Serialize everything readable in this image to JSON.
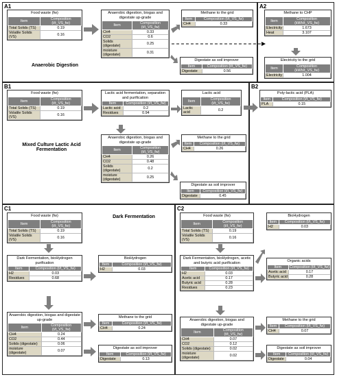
{
  "header": {
    "item": "Item",
    "comp": "Composition (t/t_VS_fw)",
    "energy": "Composition (kWh/t_VS_fw)"
  },
  "panels": {
    "A1": {
      "label": "A1",
      "title": "Anaerobic Digestion"
    },
    "A2": {
      "label": "A2"
    },
    "B1": {
      "label": "B1",
      "title": "Mixed Culture Lactic Acid Fermentation"
    },
    "B2": {
      "label": "B2"
    },
    "C1": {
      "label": "C1",
      "title": "Dark Fermentation"
    },
    "C2": {
      "label": "C2"
    }
  },
  "boxes": {
    "a1_fw": {
      "title": "Food waste (fw)",
      "rows": [
        [
          "Total Solids (TS)",
          "0.19"
        ],
        [
          "Volatile Solids (VS)",
          "0.16"
        ]
      ]
    },
    "a1_ad": {
      "title": "Anaerobic digestion, biogas and digestate up-grade",
      "rows": [
        [
          "CH4",
          "0.33"
        ],
        [
          "CO2",
          "0.6"
        ],
        [
          "Solids (digestate)",
          "0.25"
        ],
        [
          "moisture (digestate)",
          "0.31"
        ]
      ]
    },
    "a1_meth": {
      "title": "Methane to the grid",
      "rows": [
        [
          "CH4",
          "0.33"
        ]
      ]
    },
    "a1_dig": {
      "title": "Digestate as soil improver",
      "rows": [
        [
          "Digestate",
          "0.56"
        ]
      ]
    },
    "a2_chp": {
      "title": "Methane to CHP",
      "rows": [
        [
          "Electricity",
          "1.673"
        ],
        [
          "Heat",
          "3.107"
        ]
      ]
    },
    "a2_grid": {
      "title": "Electricity to the grid",
      "rows": [
        [
          "Electricity",
          "1.004"
        ]
      ]
    },
    "b1_fw": {
      "title": "Food waste (fw)",
      "rows": [
        [
          "Total Solids (TS)",
          "0.19"
        ],
        [
          "Volatile Solids (VS)",
          "0.16"
        ]
      ]
    },
    "b1_la": {
      "title": "Lactic acid fermentation, separation and purification",
      "rows": [
        [
          "Lactic acid",
          "0.2"
        ],
        [
          "Residues",
          "0.94"
        ]
      ]
    },
    "b1_lac": {
      "title": "Lactic acid",
      "rows": [
        [
          "Lactic acid",
          "0.2"
        ]
      ]
    },
    "b2_pla": {
      "title": "Poly-lactic acid (PLA)",
      "rows": [
        [
          "PLA",
          "0.15"
        ]
      ]
    },
    "b1_ad": {
      "title": "Anaerobic digestion, biogas and digestate up-grade",
      "rows": [
        [
          "CH4",
          "0.26"
        ],
        [
          "CO2",
          "0.48"
        ],
        [
          "Solids (digestate)",
          "0.2"
        ],
        [
          "moisture (digestate)",
          "0.25"
        ]
      ]
    },
    "b1_meth": {
      "title": "Methane to the grid",
      "rows": [
        [
          "CH4",
          "0.26"
        ]
      ]
    },
    "b1_dig": {
      "title": "Digestate as soil improver",
      "rows": [
        [
          "Digestate",
          "0.45"
        ]
      ]
    },
    "c1_fw": {
      "title": "Food waste (fw)",
      "rows": [
        [
          "Total Solids (TS)",
          "0.19"
        ],
        [
          "Volatile Solids (VS)",
          "0.16"
        ]
      ]
    },
    "c1_df": {
      "title": "Dark Fermentation, bioHydrogen purification",
      "rows": [
        [
          "H2",
          "0.03"
        ],
        [
          "Residues",
          "0.68"
        ]
      ]
    },
    "c1_h2": {
      "title": "BioHydrogen",
      "rows": [
        [
          "H2",
          "0.03"
        ]
      ]
    },
    "c1_ad": {
      "title": "Anaerobic digestion, biogas and digestate up-grade",
      "rows": [
        [
          "CH4",
          "0.24"
        ],
        [
          "CO2",
          "0.44"
        ],
        [
          "Solids (digestate)",
          "0.06"
        ],
        [
          "moisture (digestate)",
          "0.07"
        ]
      ]
    },
    "c1_meth": {
      "title": "Methane to the grid",
      "rows": [
        [
          "CH4",
          "0.24"
        ]
      ]
    },
    "c1_dig": {
      "title": "Digestate as soil improver",
      "rows": [
        [
          "Digestate",
          "0.13"
        ]
      ]
    },
    "c2_fw": {
      "title": "Food waste (fw)",
      "rows": [
        [
          "Total Solids (TS)",
          "0.19"
        ],
        [
          "Volatile Solids (VS)",
          "0.16"
        ]
      ]
    },
    "c2_h2": {
      "title": "BioHydrogen",
      "rows": [
        [
          "H2",
          "0.03"
        ]
      ]
    },
    "c2_df": {
      "title": "Dark Fermentation, bioHydrogen, acetic and butyric acid purification",
      "rows": [
        [
          "H2",
          "0.03"
        ],
        [
          "Acetic acid",
          "0.17"
        ],
        [
          "Butyric acid",
          "0.28"
        ],
        [
          "Residues",
          "0.23"
        ]
      ]
    },
    "c2_oa": {
      "title": "Organic acids",
      "rows": [
        [
          "Acetic acid",
          "0.17"
        ],
        [
          "Butyric acid",
          "0.28"
        ]
      ]
    },
    "c2_ad": {
      "title": "Anaerobic digestion, biogas and digestate up-grade",
      "rows": [
        [
          "CH4",
          "0.07"
        ],
        [
          "CO2",
          "0.12"
        ],
        [
          "Solids (digestate)",
          "0.02"
        ],
        [
          "moisture (digestate)",
          "0.02"
        ]
      ]
    },
    "c2_meth": {
      "title": "Methane to the grid",
      "rows": [
        [
          "CH4",
          "0.07"
        ]
      ]
    },
    "c2_dig": {
      "title": "Digestate as soil improver",
      "rows": [
        [
          "Digestate",
          "0.04"
        ]
      ]
    }
  }
}
